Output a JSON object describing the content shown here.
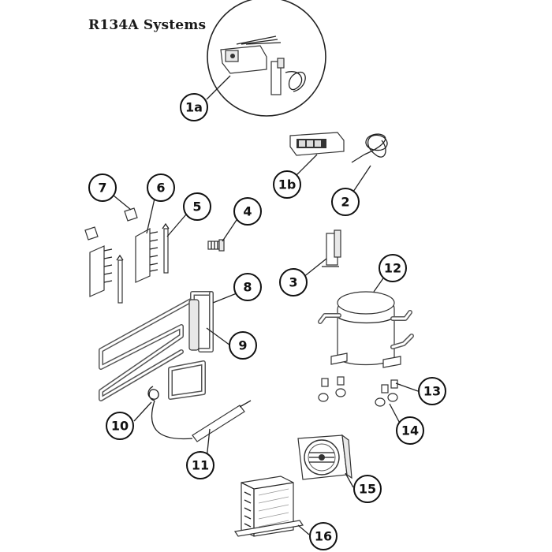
{
  "title": "R134A Systems",
  "callouts": {
    "c1a": "1a",
    "c1b": "1b",
    "c2": "2",
    "c3": "3",
    "c4": "4",
    "c5": "5",
    "c6": "6",
    "c7": "7",
    "c8": "8",
    "c9": "9",
    "c10": "10",
    "c11": "11",
    "c12": "12",
    "c13": "13",
    "c14": "14",
    "c15": "15",
    "c16": "16"
  },
  "colors": {
    "ink": "#222222",
    "part_fill": "#ffffff",
    "shade": "#e8e8e8"
  }
}
